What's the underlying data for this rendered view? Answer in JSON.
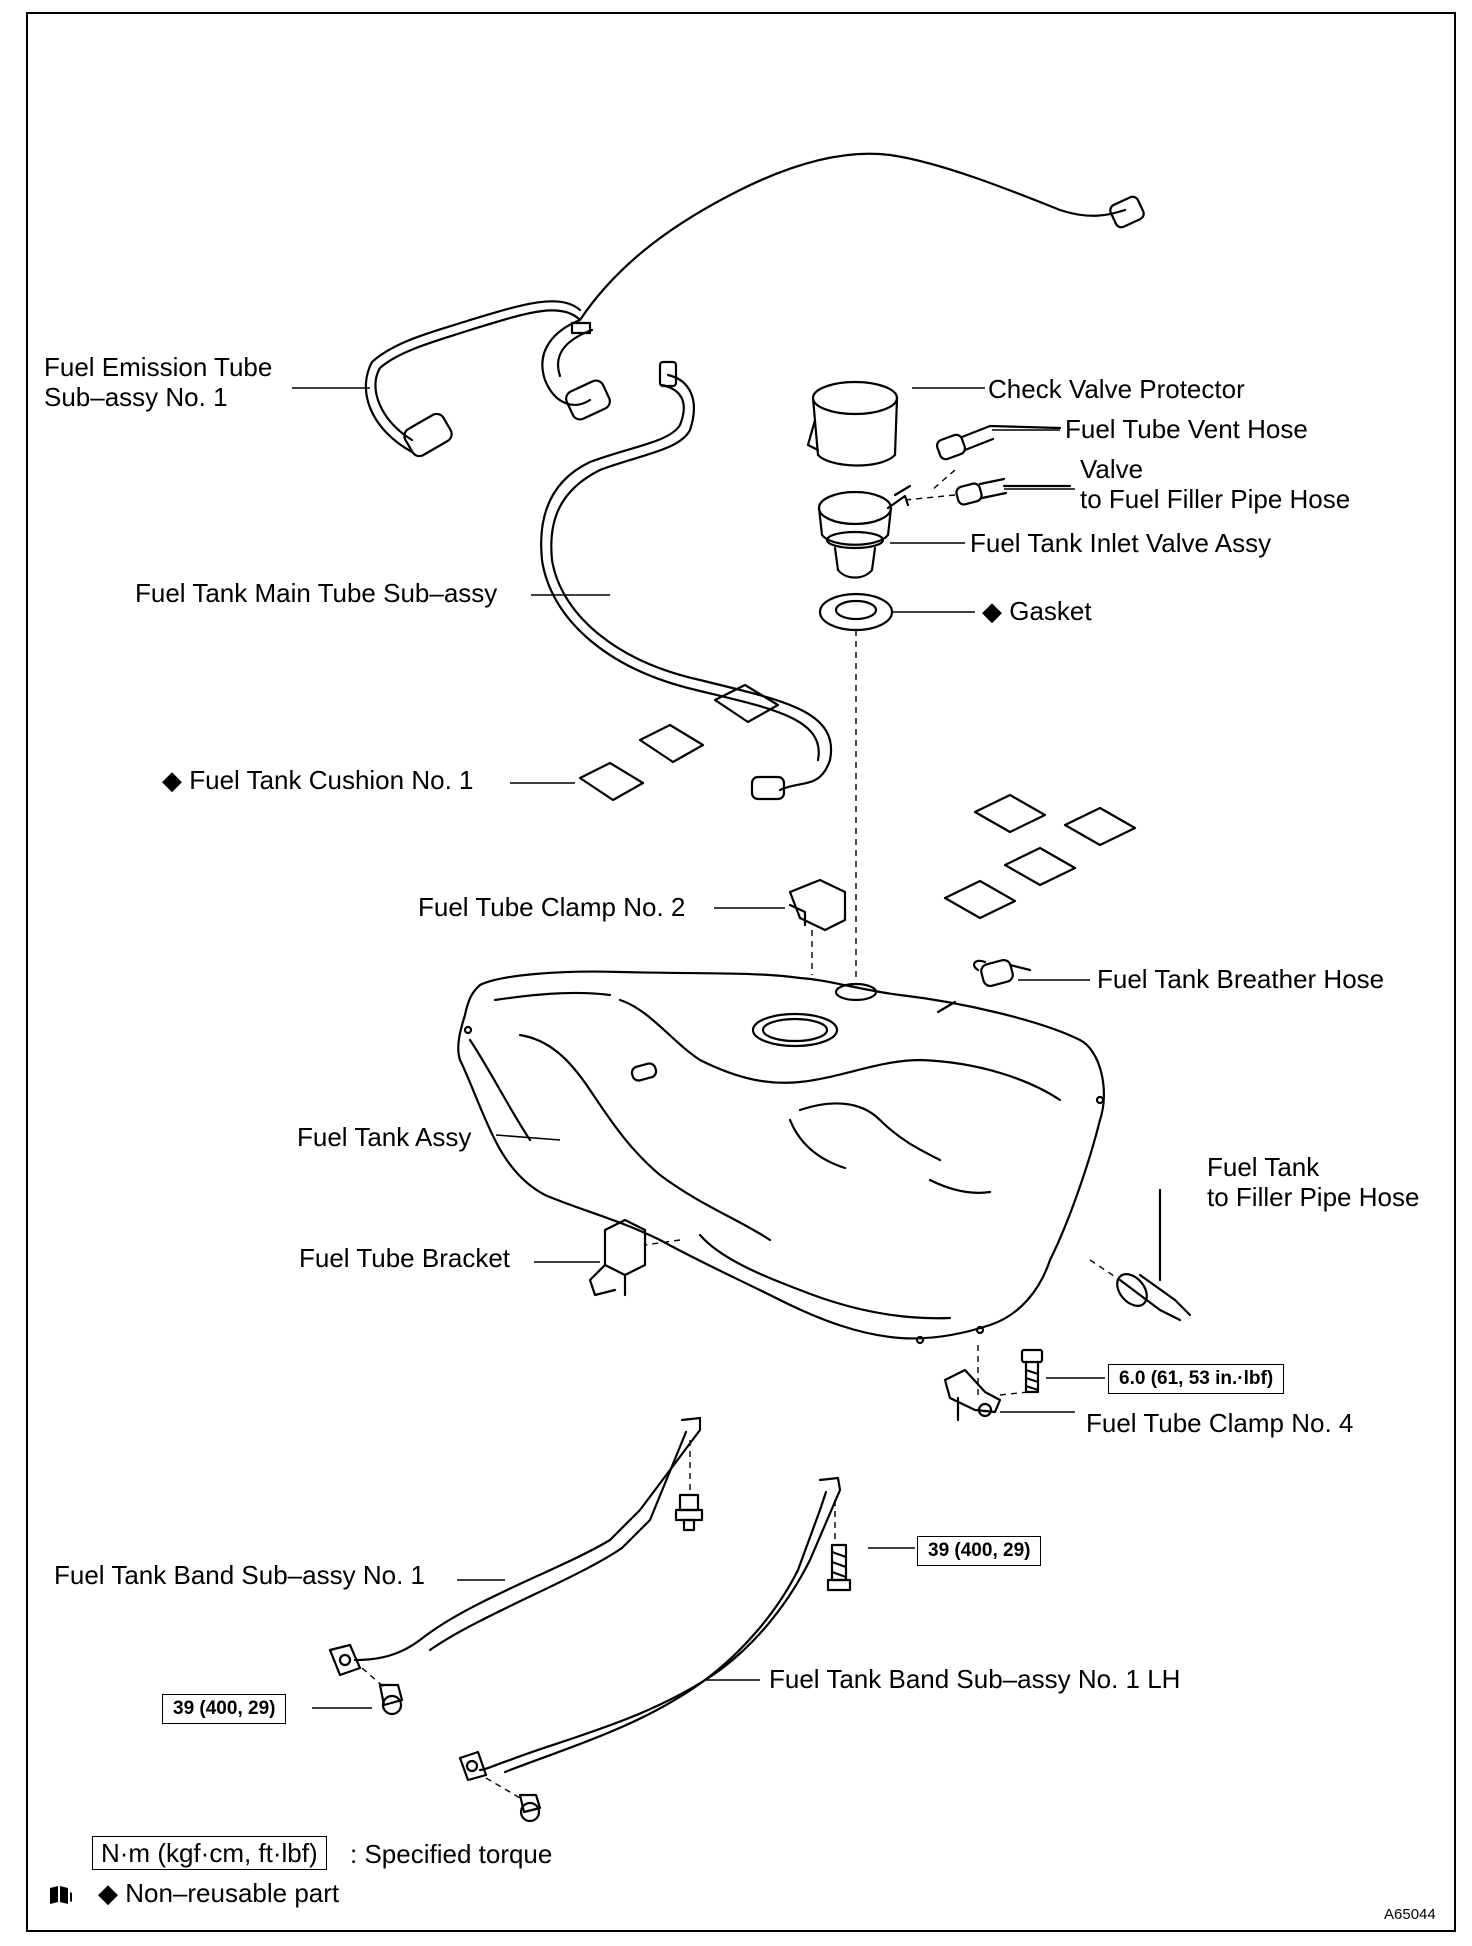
{
  "labels": {
    "fuel_emission_tube": [
      "Fuel Emission Tube",
      "Sub–assy No. 1"
    ],
    "check_valve_protector": "Check Valve Protector",
    "fuel_tube_vent_hose": "Fuel Tube Vent Hose",
    "valve_to_filler_pipe_hose": [
      "Valve",
      "to Fuel Filler Pipe Hose"
    ],
    "fuel_tank_inlet_valve": "Fuel Tank Inlet Valve Assy",
    "fuel_tank_main_tube": "Fuel Tank Main Tube Sub–assy",
    "gasket": "Gasket",
    "fuel_tank_cushion": "Fuel Tank Cushion No. 1",
    "fuel_tube_clamp_2": "Fuel Tube Clamp No. 2",
    "fuel_tank_breather_hose": "Fuel Tank Breather Hose",
    "fuel_tank_assy": "Fuel Tank Assy",
    "fuel_tank_to_filler_pipe_hose": [
      "Fuel Tank",
      "to Filler Pipe Hose"
    ],
    "fuel_tube_bracket": "Fuel Tube Bracket",
    "fuel_tube_clamp_4": "Fuel Tube Clamp No. 4",
    "fuel_tank_band_1": "Fuel Tank Band Sub–assy No. 1",
    "fuel_tank_band_1_lh": "Fuel Tank Band Sub–assy No. 1 LH"
  },
  "non_reusable_mark": "◆",
  "torques": {
    "clamp_bolt": "6.0 (61, 53 in.·lbf)",
    "band_bolt_right": "39 (400, 29)",
    "band_bolt_left": "39 (400, 29)"
  },
  "legend": {
    "torque_unit": "N·m (kgf·cm, ft·lbf)",
    "torque_text": ": Specified torque",
    "nonreusable_text": "Non–reusable part",
    "book_icon": "manual-book-icon"
  },
  "figure_id": "A65044"
}
